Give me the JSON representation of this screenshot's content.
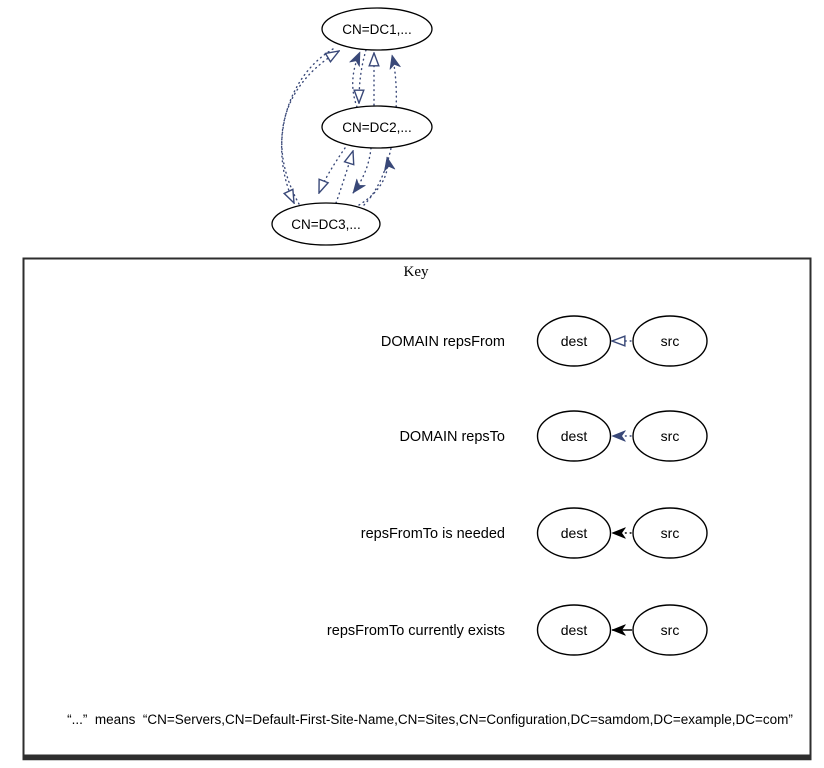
{
  "diagram": {
    "title_hint": "replication topology graph",
    "colors": {
      "edge_navy": "#394878",
      "node_outline": "#000000",
      "key_border": "#2e2e2e",
      "background": "#ffffff"
    },
    "nodes": [
      {
        "id": "dc1",
        "label": "CN=DC1,..."
      },
      {
        "id": "dc2",
        "label": "CN=DC2,..."
      },
      {
        "id": "dc3",
        "label": "CN=DC3,..."
      }
    ],
    "edges": [
      {
        "from": "dc3",
        "to": "dc1",
        "type": "DOMAIN repsFrom",
        "arrow": "open-navy",
        "line": "dotted"
      },
      {
        "from": "dc1",
        "to": "dc3",
        "type": "DOMAIN repsFrom",
        "arrow": "open-navy",
        "line": "dotted"
      },
      {
        "from": "dc2",
        "to": "dc1",
        "type": "DOMAIN repsTo",
        "arrow": "filled-navy",
        "line": "dotted"
      },
      {
        "from": "dc2",
        "to": "dc1",
        "type": "DOMAIN repsFrom",
        "arrow": "open-navy",
        "line": "dotted"
      },
      {
        "from": "dc1",
        "to": "dc2",
        "type": "DOMAIN repsFrom",
        "arrow": "open-navy",
        "line": "dotted"
      },
      {
        "from": "dc3",
        "to": "dc1",
        "type": "DOMAIN repsTo",
        "arrow": "filled-navy",
        "line": "dotted"
      },
      {
        "from": "dc3",
        "to": "dc2",
        "type": "DOMAIN repsFrom",
        "arrow": "open-navy",
        "line": "dotted"
      },
      {
        "from": "dc3",
        "to": "dc2",
        "type": "DOMAIN repsTo",
        "arrow": "filled-navy",
        "line": "dotted"
      },
      {
        "from": "dc2",
        "to": "dc3",
        "type": "DOMAIN repsFrom",
        "arrow": "open-navy",
        "line": "dotted"
      },
      {
        "from": "dc2",
        "to": "dc3",
        "type": "DOMAIN repsTo",
        "arrow": "filled-navy",
        "line": "dotted"
      }
    ]
  },
  "key": {
    "title": "Key",
    "rows": [
      {
        "label": "DOMAIN repsFrom",
        "dest": "dest",
        "src": "src",
        "arrow": "open-navy",
        "line": "dotted"
      },
      {
        "label": "DOMAIN repsTo",
        "dest": "dest",
        "src": "src",
        "arrow": "filled-navy",
        "line": "dotted"
      },
      {
        "label": "repsFromTo is needed",
        "dest": "dest",
        "src": "src",
        "arrow": "filled-black",
        "line": "dotted"
      },
      {
        "label": "repsFromTo currently exists",
        "dest": "dest",
        "src": "src",
        "arrow": "filled-black",
        "line": "solid"
      }
    ],
    "footnote": "“...”  means  “CN=Servers,CN=Default-First-Site-Name,CN=Sites,CN=Configuration,DC=samdom,DC=example,DC=com”"
  }
}
